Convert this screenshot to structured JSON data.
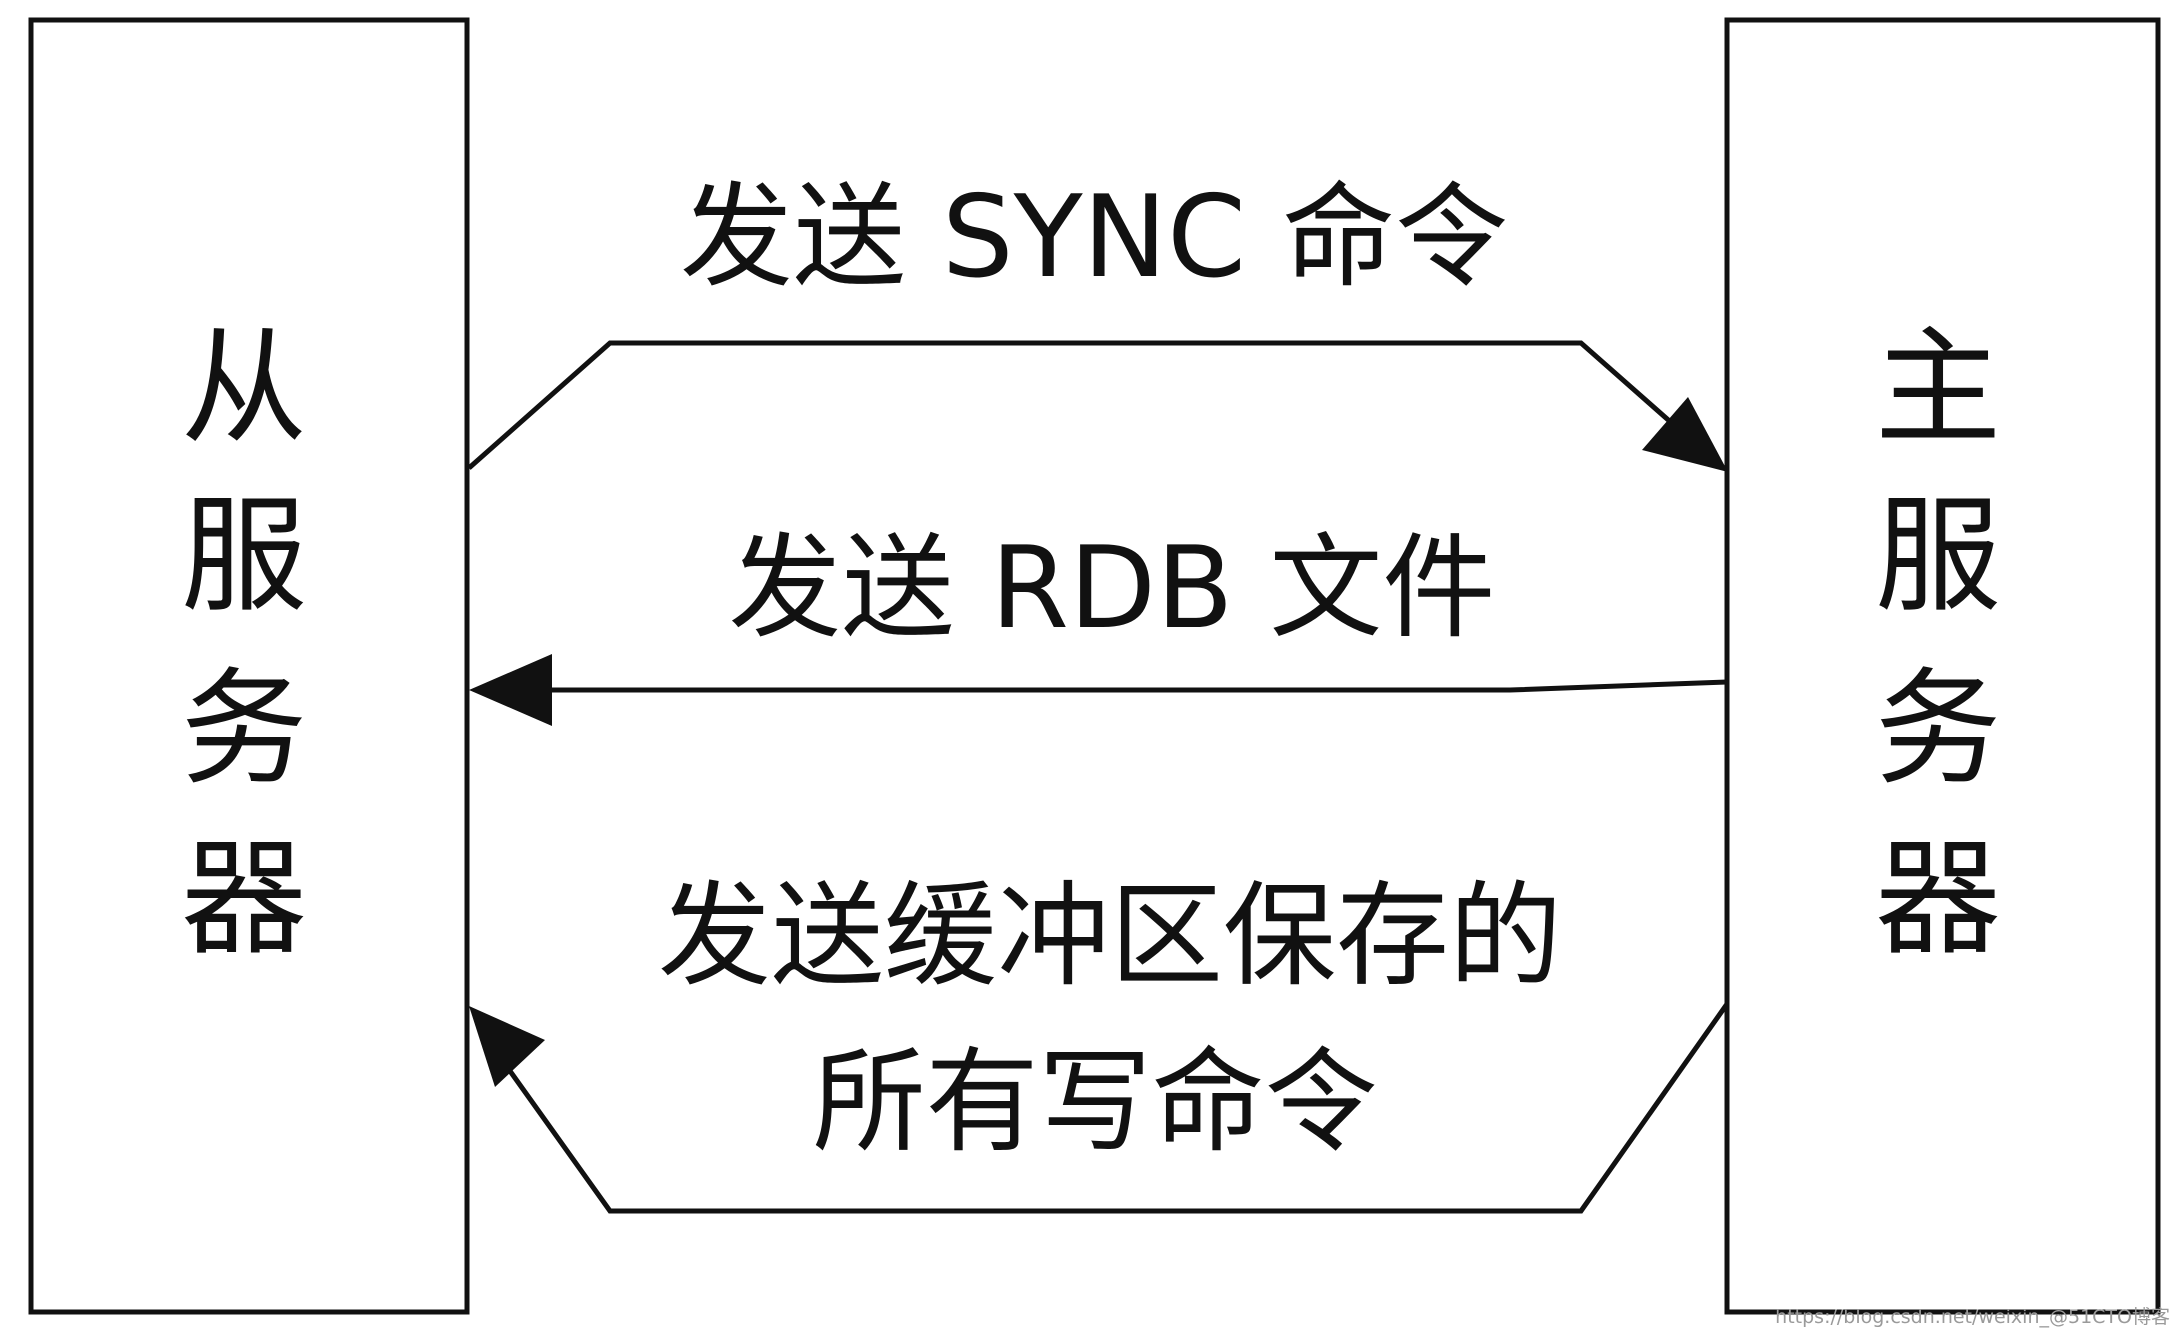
{
  "nodes": {
    "slave": {
      "label_chars": [
        "从",
        "服",
        "务",
        "器"
      ]
    },
    "master": {
      "label_chars": [
        "主",
        "服",
        "务",
        "器"
      ]
    }
  },
  "edges": {
    "sync": {
      "label": "发送 SYNC 命令"
    },
    "rdb": {
      "label": "发送 RDB 文件"
    },
    "buffer": {
      "label_lines": [
        "发送缓冲区保存的",
        "所有写命令"
      ]
    }
  },
  "watermark": "https://blog.csdn.net/weixin_@51CTO博客"
}
